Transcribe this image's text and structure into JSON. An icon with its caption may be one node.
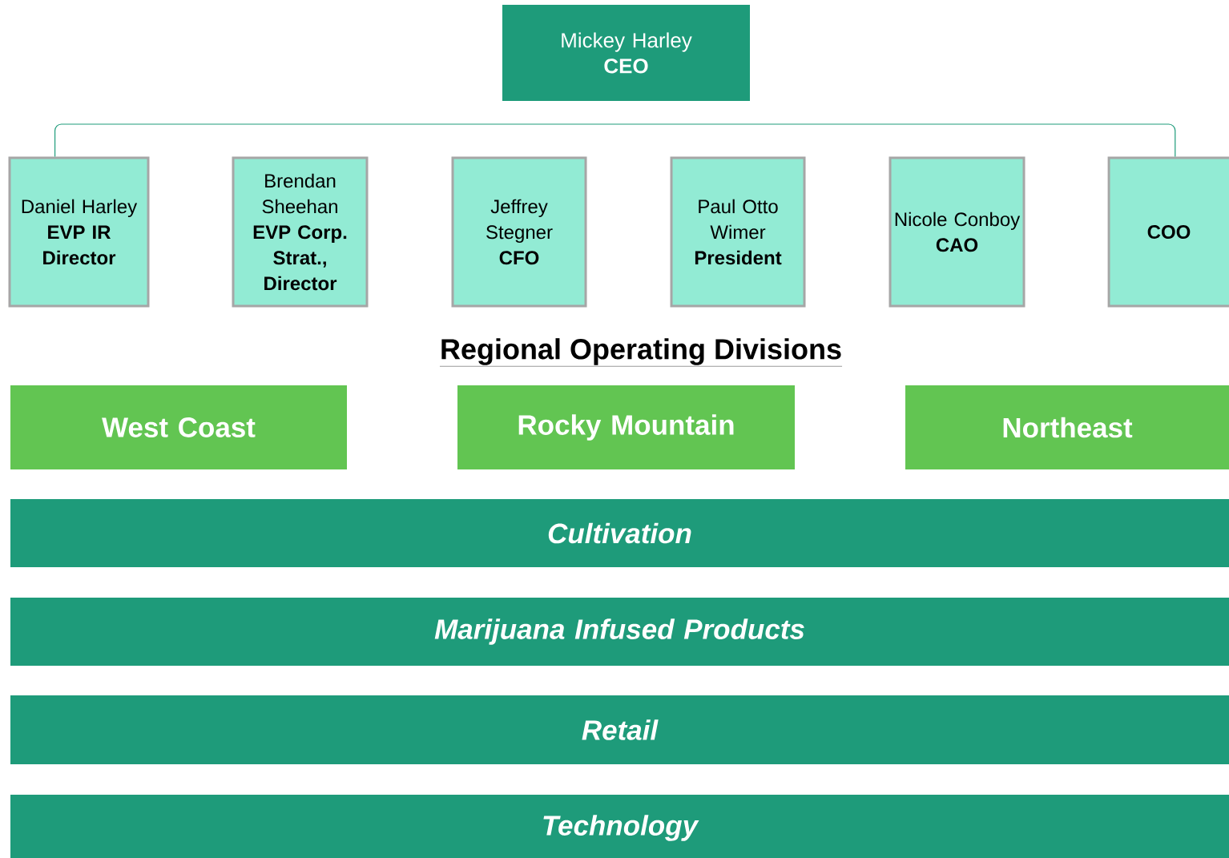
{
  "diagram": {
    "nodes": [
      {
        "text": [
          "Mickey Harley",
          "CEO"
        ]
      },
      {
        "text": [
          "Daniel Harley",
          "EVP IR Director"
        ]
      },
      {
        "text": [
          "Brendan Sheehan",
          "EVP Corp. Strat., Director"
        ]
      },
      {
        "text": [
          "Jeffrey Stegner",
          "CFO"
        ]
      },
      {
        "text": [
          "Paul Otto Wimer",
          "President"
        ]
      },
      {
        "text": [
          "Nicole Conboy",
          "CAO"
        ]
      },
      {
        "text": [
          "COO"
        ]
      },
      {
        "text": [
          "West Coast"
        ]
      },
      {
        "text": [
          "Rocky Mountain"
        ]
      },
      {
        "text": [
          "Northeast"
        ]
      },
      {
        "text": [
          "Cultivation"
        ]
      },
      {
        "text": [
          "Marijuana Infused Products"
        ]
      },
      {
        "text": [
          "Retail"
        ]
      },
      {
        "text": [
          "Technology"
        ]
      }
    ],
    "edges": [
      {
        "from": 1,
        "to": 6,
        "arrow": "none"
      }
    ],
    "labels": [
      "Regional Operating Divisions"
    ]
  }
}
